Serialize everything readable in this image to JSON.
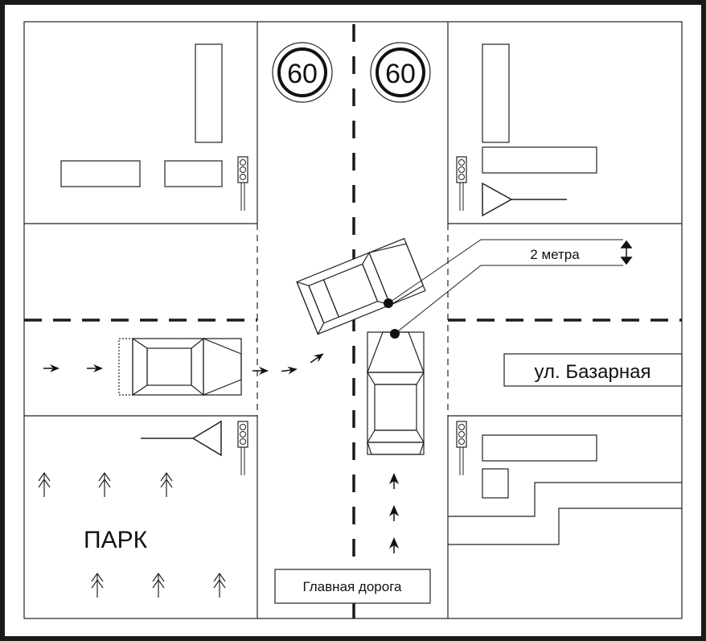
{
  "signs": {
    "speed_limit_left": "60",
    "speed_limit_right": "60"
  },
  "labels": {
    "distance": "2 метра",
    "street": "ул. Базарная",
    "park": "ПАРК",
    "main_road": "Главная дорога"
  },
  "colors": {
    "ink": "#1a1a1a",
    "background": "#ffffff"
  }
}
